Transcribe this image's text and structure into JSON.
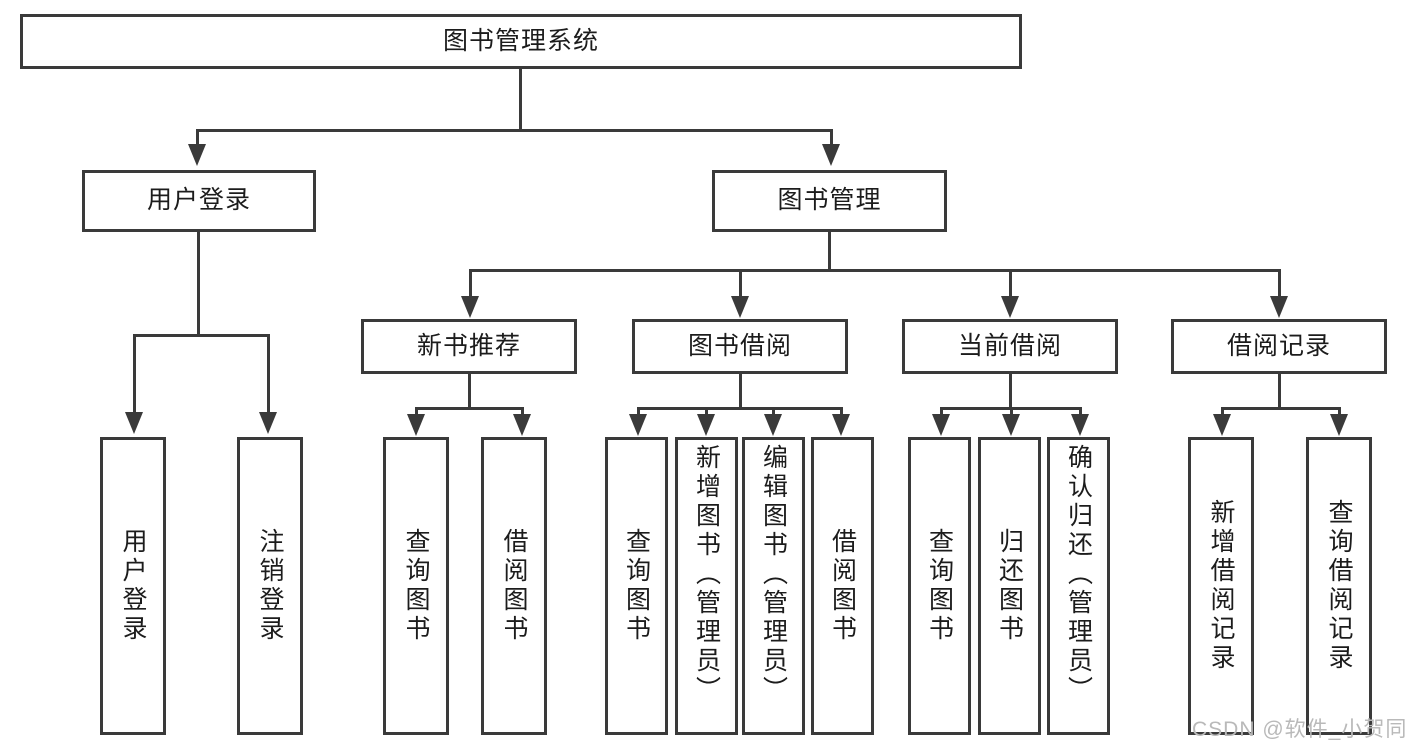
{
  "diagram": {
    "title": "图书管理系统",
    "type": "tree-hierarchy-chart",
    "watermark": "CSDN @软件_小贺同学",
    "colors": {
      "background": "#ffffff",
      "box_border": "#3a3a3a",
      "box_fill": "#ffffff",
      "text": "#1c1c1c",
      "connector": "#3a3a3a",
      "watermark": "#b9b9b9"
    },
    "root": {
      "label": "图书管理系统"
    },
    "level2": [
      {
        "label": "用户登录"
      },
      {
        "label": "图书管理"
      }
    ],
    "level3": [
      {
        "label": "新书推荐"
      },
      {
        "label": "图书借阅"
      },
      {
        "label": "当前借阅"
      },
      {
        "label": "借阅记录"
      }
    ],
    "leaves": {
      "user_login": [
        {
          "label": "用户登录"
        },
        {
          "label": "注销登录"
        }
      ],
      "new_book": [
        {
          "label": "查询图书"
        },
        {
          "label": "借阅图书"
        }
      ],
      "book_borrow": [
        {
          "label": "查询图书"
        },
        {
          "label": "新增图书（管理员）"
        },
        {
          "label": "编辑图书（管理员）"
        },
        {
          "label": "借阅图书"
        }
      ],
      "current_borrow": [
        {
          "label": "查询图书"
        },
        {
          "label": "归还图书"
        },
        {
          "label": "确认归还（管理员）"
        }
      ],
      "borrow_record": [
        {
          "label": "新增借阅记录"
        },
        {
          "label": "查询借阅记录"
        }
      ]
    }
  }
}
